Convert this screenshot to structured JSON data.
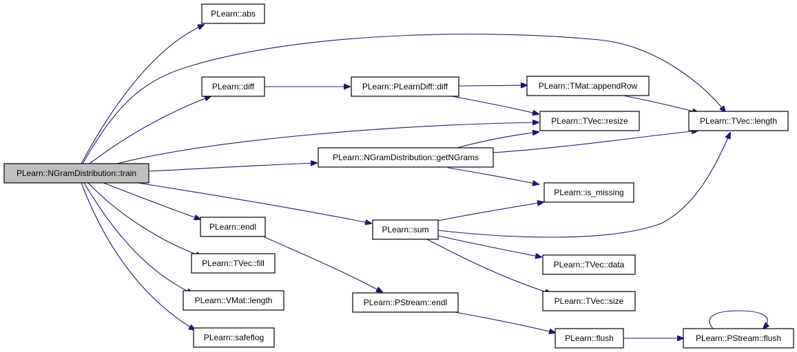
{
  "graph": {
    "edge_color": "#191970",
    "root_fill": "#bfbfbf",
    "nodes": {
      "train": "PLearn::NGramDistribution::train",
      "abs": "PLearn::abs",
      "diff": "PLearn::diff",
      "pdiff": "PLearn::PLearnDiff::diff",
      "appendRow": "PLearn::TMat::appendRow",
      "resize": "PLearn::TVec::resize",
      "tveclength": "PLearn::TVec::length",
      "getNGrams": "PLearn::NGramDistribution::getNGrams",
      "ismissing": "PLearn::is_missing",
      "sum": "PLearn::sum",
      "endl": "PLearn::endl",
      "fill": "PLearn::TVec::fill",
      "vmatlength": "PLearn::VMat::length",
      "safeflog": "PLearn::safeflog",
      "pstreamendl": "PLearn::PStream::endl",
      "data": "PLearn::TVec::data",
      "size": "PLearn::TVec::size",
      "flush": "PLearn::flush",
      "pstreamflush": "PLearn::PStream::flush"
    }
  }
}
